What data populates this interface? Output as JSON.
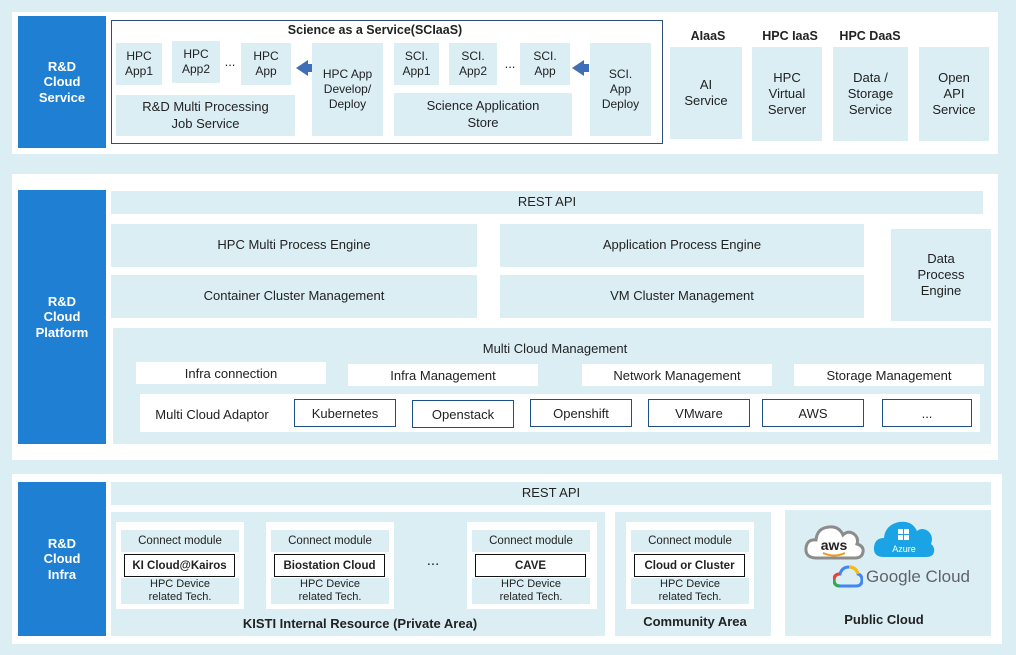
{
  "service": {
    "side_label": "R&D\nCloud\nService",
    "sciaas_title": "Science as a Service(SCIaaS)",
    "hpc_app1": "HPC\nApp1",
    "hpc_app2": "HPC\nApp2",
    "hpc_dots": "...",
    "hpc_app": "HPC\nApp",
    "hpc_develop": "HPC App\nDevelop/\nDeploy",
    "multi_job": "R&D Multi Processing\nJob Service",
    "sci_app1": "SCI.\nApp1",
    "sci_app2": "SCI.\nApp2",
    "sci_dots": "...",
    "sci_app": "SCI.\nApp",
    "sci_deploy": "SCI.\nApp\nDeploy",
    "sci_store": "Science Application\nStore",
    "aiaas_title": "AIaaS",
    "ai_service": "AI\nService",
    "hpciaas_title": "HPC IaaS",
    "hpc_virtual": "HPC\nVirtual\nServer",
    "hpcdaas_title": "HPC DaaS",
    "data_storage": "Data /\nStorage\nService",
    "open_api": "Open\nAPI\nService"
  },
  "platform": {
    "side_label": "R&D\nCloud\nPlatform",
    "rest_api": "REST API",
    "hpc_engine": "HPC  Multi Process Engine",
    "app_engine": "Application Process Engine",
    "container_mgmt": "Container Cluster Management",
    "vm_mgmt": "VM Cluster Management",
    "data_engine": "Data\nProcess\nEngine",
    "multi_cloud_mgmt": "Multi Cloud Management",
    "infra_connection": "Infra connection",
    "infra_mgmt": "Infra Management",
    "network_mgmt": "Network Management",
    "storage_mgmt": "Storage Management",
    "adaptor_label": "Multi Cloud Adaptor",
    "adaptors": [
      "Kubernetes",
      "Openstack",
      "Openshift",
      "VMware",
      "AWS",
      "..."
    ]
  },
  "infra": {
    "side_label": "R&D\nCloud\nInfra",
    "rest_api": "REST API",
    "connect_module": "Connect module",
    "device_tech": "HPC Device\nrelated Tech.",
    "kisti_clouds": [
      "KI Cloud@Kairos",
      "Biostation Cloud",
      "CAVE"
    ],
    "dots": "...",
    "kisti_label": "KISTI Internal Resource (Private Area)",
    "community_cloud": "Cloud or Cluster",
    "community_label": "Community Area",
    "aws_logo": "aws",
    "azure_logo": "Azure",
    "google_logo": "Google Cloud",
    "public_label": "Public Cloud"
  },
  "colors": {
    "side_blue": "#1f7fd3",
    "box_fill": "#dbeef4",
    "arrow_blue": "#3f6fb8"
  }
}
